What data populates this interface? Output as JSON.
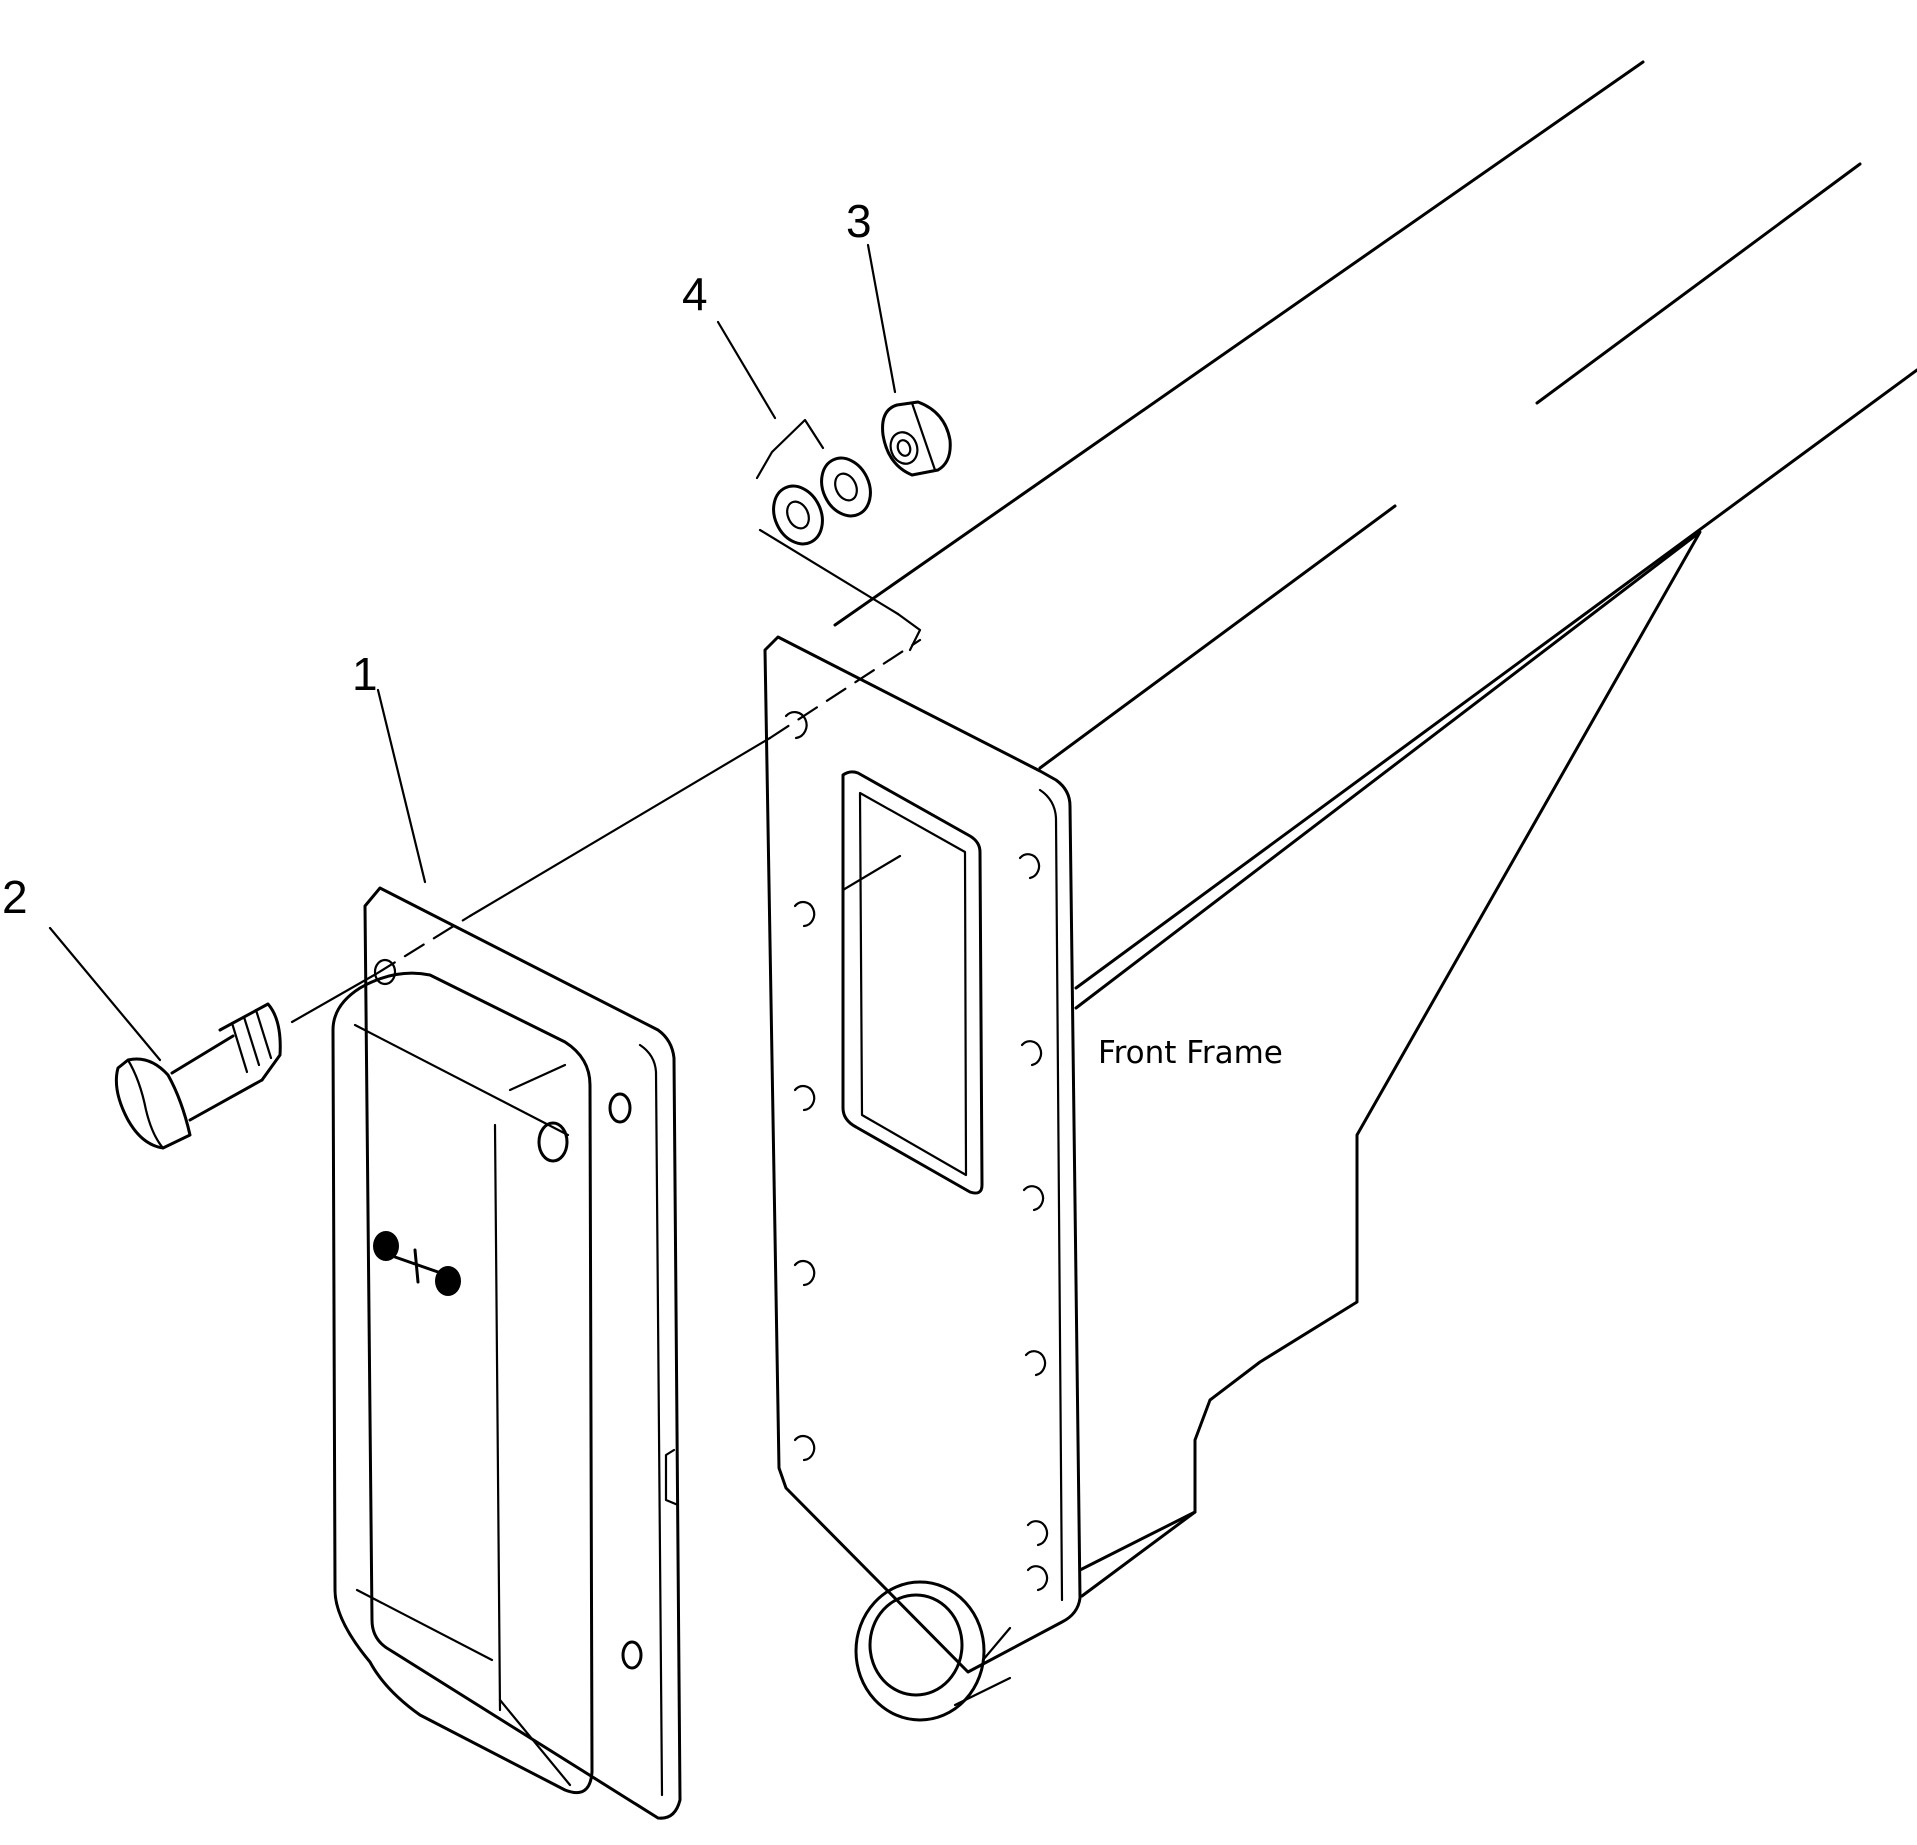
{
  "labels": {
    "part_1": "1",
    "part_2": "2",
    "part_3": "3",
    "part_4": "4",
    "front_frame": "Front Frame"
  },
  "colors": {
    "line": "#000000",
    "background": "#ffffff"
  }
}
